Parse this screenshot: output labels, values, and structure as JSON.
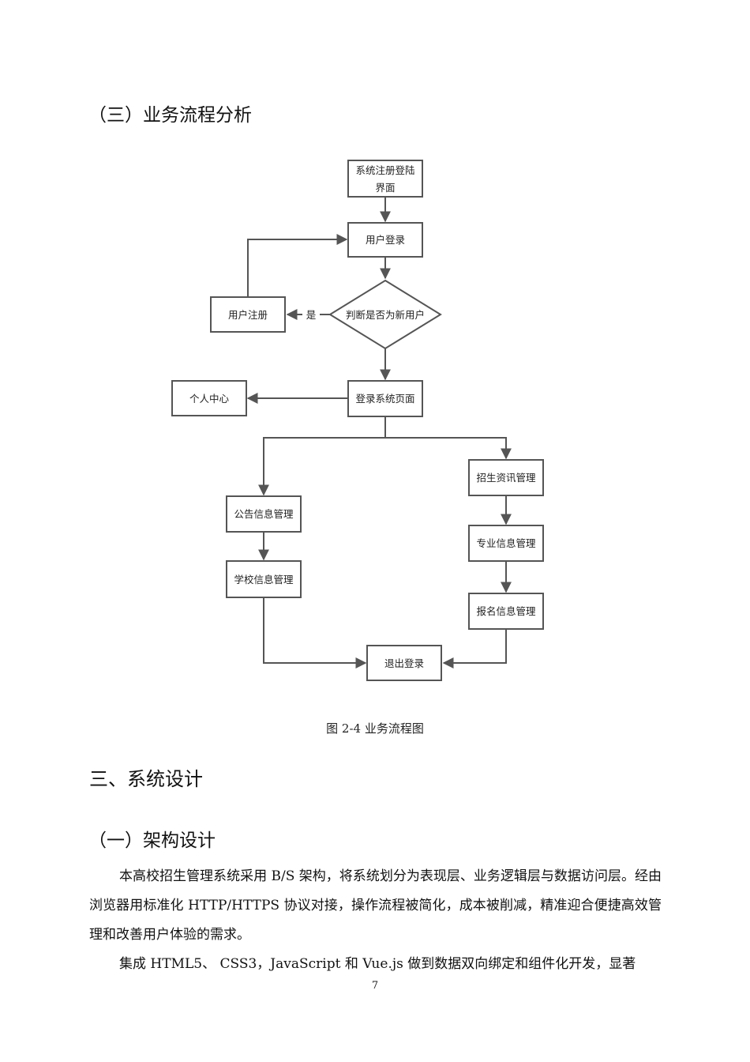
{
  "headings": {
    "business_flow": "（三）业务流程分析",
    "system_design": "三、系统设计",
    "architecture": "（一）架构设计"
  },
  "flowchart": {
    "nodes": {
      "login_page": [
        "系统注册登陆",
        "界面"
      ],
      "user_login": "用户登录",
      "decision": "判断是否为新用户",
      "user_register": "用户注册",
      "yes_label": "是",
      "system_page": "登录系统页面",
      "personal_center": "个人中心",
      "notice_mgmt": "公告信息管理",
      "school_mgmt": "学校信息管理",
      "admission_news_mgmt": "招生资讯管理",
      "major_mgmt": "专业信息管理",
      "registration_mgmt": "报名信息管理",
      "logout": "退出登录"
    }
  },
  "caption": "图 2-4  业务流程图",
  "paragraphs": [
    "本高校招生管理系统采用 B/S 架构，将系统划分为表现层、业务逻辑层与数据访问层。经由浏览器用标准化 HTTP/HTTPS 协议对接，操作流程被简化，成本被削减，精准迎合便捷高效管理和改善用户体验的需求。",
    "集成 HTML5、 CSS3，JavaScript 和 Vue.js 做到数据双向绑定和组件化开发，显著"
  ],
  "page_number": "7"
}
